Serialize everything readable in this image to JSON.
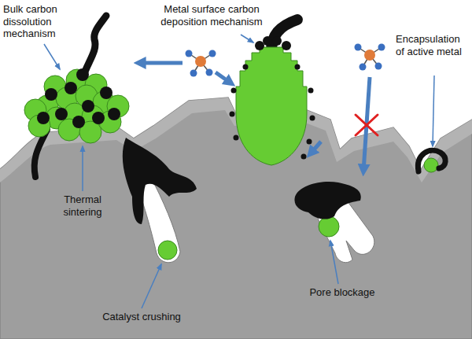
{
  "diagram": {
    "labels": [
      "Bulk carbon dissolution mechanism",
      "Metal surface carbon deposition mechanism",
      "Encapsulation of active metal",
      "Thermal sintering",
      "Catalyst crushing",
      "Pore blockage"
    ]
  }
}
